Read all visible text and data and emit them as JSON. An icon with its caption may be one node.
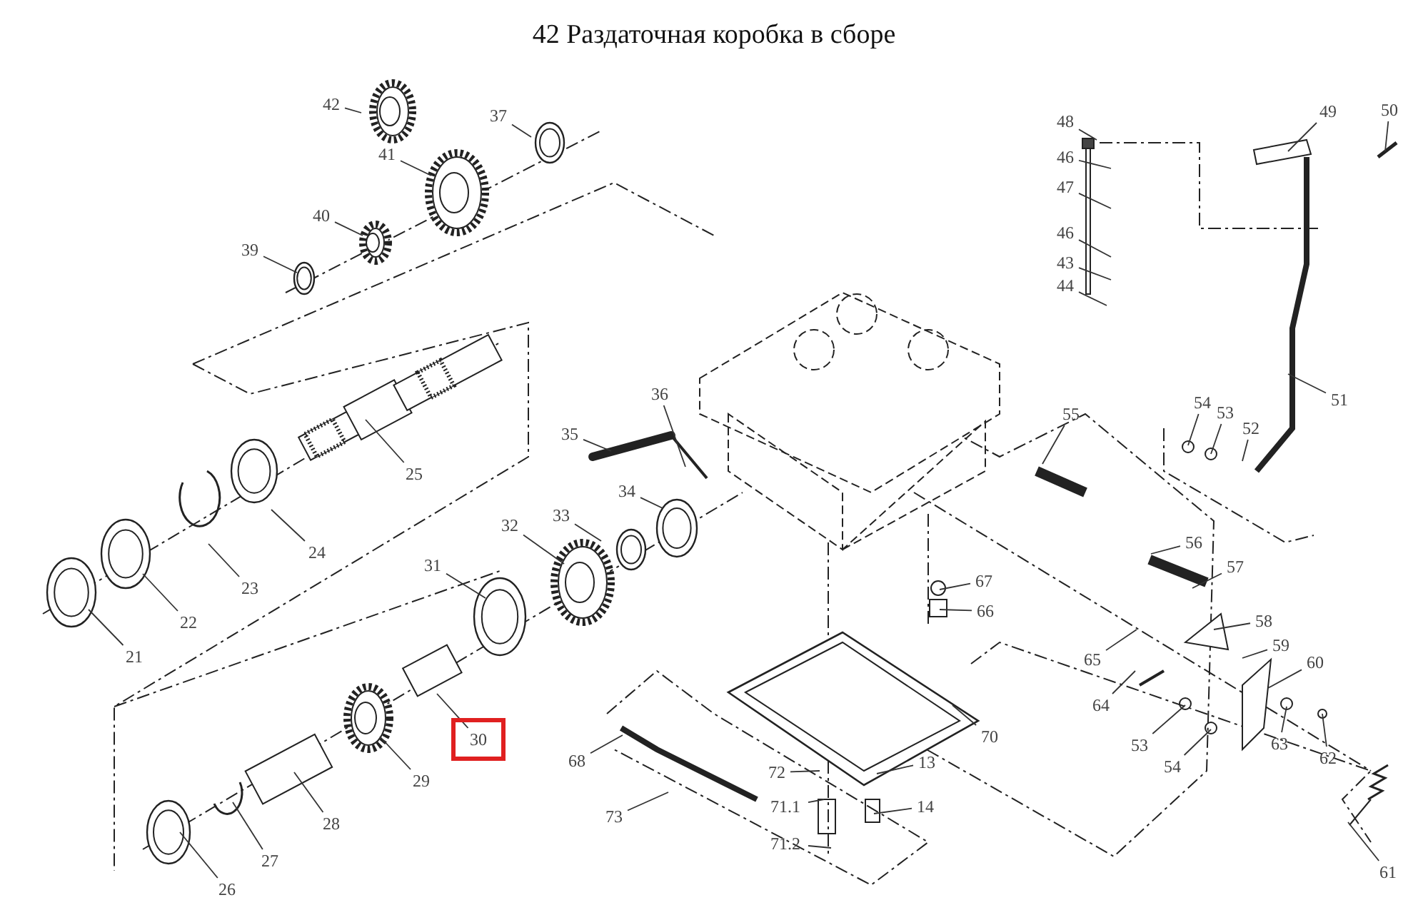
{
  "diagram": {
    "title": "42 Раздаточная коробка в сборе",
    "nodes": [
      {
        "text": [
          "42"
        ]
      },
      {
        "text": [
          "37"
        ]
      },
      {
        "text": [
          "41"
        ]
      },
      {
        "text": [
          "40"
        ]
      },
      {
        "text": [
          "39"
        ]
      },
      {
        "text": [
          "48"
        ]
      },
      {
        "text": [
          "46"
        ]
      },
      {
        "text": [
          "47"
        ]
      },
      {
        "text": [
          "46"
        ]
      },
      {
        "text": [
          "43"
        ]
      },
      {
        "text": [
          "44"
        ]
      },
      {
        "text": [
          "49"
        ]
      },
      {
        "text": [
          "50"
        ]
      },
      {
        "text": [
          "36"
        ]
      },
      {
        "text": [
          "35"
        ]
      },
      {
        "text": [
          "25"
        ]
      },
      {
        "text": [
          "51"
        ]
      },
      {
        "text": [
          "54"
        ]
      },
      {
        "text": [
          "53"
        ]
      },
      {
        "text": [
          "52"
        ]
      },
      {
        "text": [
          "55"
        ]
      },
      {
        "text": [
          "34"
        ]
      },
      {
        "text": [
          "33"
        ]
      },
      {
        "text": [
          "32"
        ]
      },
      {
        "text": [
          "24"
        ]
      },
      {
        "text": [
          "23"
        ]
      },
      {
        "text": [
          "22"
        ]
      },
      {
        "text": [
          "21"
        ]
      },
      {
        "text": [
          "31"
        ]
      },
      {
        "text": [
          "56"
        ]
      },
      {
        "text": [
          "57"
        ]
      },
      {
        "text": [
          "67"
        ]
      },
      {
        "text": [
          "66"
        ]
      },
      {
        "text": [
          "58"
        ]
      },
      {
        "text": [
          "59"
        ]
      },
      {
        "text": [
          "60"
        ]
      },
      {
        "text": [
          "65"
        ]
      },
      {
        "text": [
          "64"
        ]
      },
      {
        "text": [],
        "shape": "box"
      },
      {
        "text": [
          "70"
        ]
      },
      {
        "text": [
          "63"
        ]
      },
      {
        "text": [
          "62"
        ]
      },
      {
        "text": [
          "53"
        ]
      },
      {
        "text": [
          "54"
        ]
      },
      {
        "text": [
          "68"
        ]
      },
      {
        "text": [
          "29"
        ]
      },
      {
        "text": [
          "72"
        ]
      },
      {
        "text": [
          "13"
        ]
      },
      {
        "text": [
          "14"
        ]
      },
      {
        "text": [
          "71.1"
        ]
      },
      {
        "text": [
          "73"
        ]
      },
      {
        "text": [
          "28"
        ]
      },
      {
        "text": [
          "71.2"
        ]
      },
      {
        "text": [
          "27"
        ]
      },
      {
        "text": [
          "26"
        ]
      },
      {
        "text": [
          "61"
        ]
      },
      {
        "text": [
          "30"
        ],
        "in": 38
      }
    ],
    "edges": [
      {
        "from": 0,
        "to": null,
        "arrow": "none"
      },
      {
        "from": 1,
        "to": null,
        "arrow": "none"
      },
      {
        "from": 2,
        "to": null,
        "arrow": "none"
      },
      {
        "from": 3,
        "to": null,
        "arrow": "none"
      },
      {
        "from": 4,
        "to": null,
        "arrow": "none"
      },
      {
        "from": 5,
        "to": null,
        "arrow": "none"
      },
      {
        "from": 6,
        "to": null,
        "arrow": "none"
      },
      {
        "from": 7,
        "to": null,
        "arrow": "none"
      },
      {
        "from": 8,
        "to": null,
        "arrow": "none"
      },
      {
        "from": 9,
        "to": null,
        "arrow": "none"
      },
      {
        "from": 10,
        "to": null,
        "arrow": "none"
      },
      {
        "from": 11,
        "to": null,
        "arrow": "none"
      },
      {
        "from": 12,
        "to": null,
        "arrow": "none"
      },
      {
        "from": 13,
        "to": null,
        "arrow": "none"
      },
      {
        "from": 14,
        "to": null,
        "arrow": "none"
      },
      {
        "from": 15,
        "to": null,
        "arrow": "none"
      },
      {
        "from": 16,
        "to": null,
        "arrow": "none"
      },
      {
        "from": 17,
        "to": null,
        "arrow": "none"
      },
      {
        "from": 18,
        "to": null,
        "arrow": "none"
      },
      {
        "from": 19,
        "to": null,
        "arrow": "none"
      },
      {
        "from": 20,
        "to": null,
        "arrow": "none"
      },
      {
        "from": 21,
        "to": null,
        "arrow": "none"
      },
      {
        "from": 22,
        "to": null,
        "arrow": "none"
      },
      {
        "from": 23,
        "to": null,
        "arrow": "none"
      },
      {
        "from": 24,
        "to": null,
        "arrow": "none"
      },
      {
        "from": 25,
        "to": null,
        "arrow": "none"
      },
      {
        "from": 26,
        "to": null,
        "arrow": "none"
      },
      {
        "from": 27,
        "to": null,
        "arrow": "none"
      },
      {
        "from": 28,
        "to": null,
        "arrow": "none"
      },
      {
        "from": 29,
        "to": null,
        "arrow": "none"
      },
      {
        "from": 30,
        "to": null,
        "arrow": "none"
      },
      {
        "from": 31,
        "to": null,
        "arrow": "none"
      },
      {
        "from": 32,
        "to": null,
        "arrow": "none"
      },
      {
        "from": 33,
        "to": null,
        "arrow": "none"
      },
      {
        "from": 34,
        "to": null,
        "arrow": "none"
      },
      {
        "from": 35,
        "to": null,
        "arrow": "none"
      },
      {
        "from": 36,
        "to": null,
        "arrow": "none"
      },
      {
        "from": 37,
        "to": null,
        "arrow": "none"
      },
      {
        "from": 56,
        "to": null,
        "arrow": "none"
      },
      {
        "from": 39,
        "to": null,
        "arrow": "none"
      },
      {
        "from": 40,
        "to": null,
        "arrow": "none"
      },
      {
        "from": 41,
        "to": null,
        "arrow": "none"
      },
      {
        "from": 42,
        "to": null,
        "arrow": "none"
      },
      {
        "from": 43,
        "to": null,
        "arrow": "none"
      },
      {
        "from": 44,
        "to": null,
        "arrow": "none"
      },
      {
        "from": 45,
        "to": null,
        "arrow": "none"
      },
      {
        "from": 46,
        "to": null,
        "arrow": "none"
      },
      {
        "from": 47,
        "to": null,
        "arrow": "none"
      },
      {
        "from": 48,
        "to": null,
        "arrow": "none"
      },
      {
        "from": 49,
        "to": null,
        "arrow": "none"
      },
      {
        "from": 50,
        "to": null,
        "arrow": "none"
      },
      {
        "from": 51,
        "to": null,
        "arrow": "none"
      },
      {
        "from": 52,
        "to": null,
        "arrow": "none"
      },
      {
        "from": 53,
        "to": null,
        "arrow": "none"
      },
      {
        "from": 54,
        "to": null,
        "arrow": "none"
      },
      {
        "from": 55,
        "to": null,
        "arrow": "none"
      }
    ]
  }
}
